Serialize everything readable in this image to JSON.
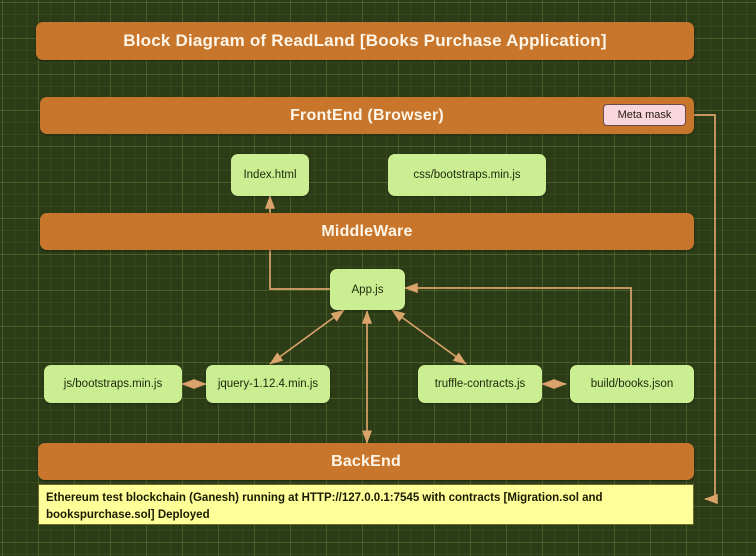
{
  "diagram": {
    "title": "Block Diagram of ReadLand [Books Purchase Application]",
    "bands": {
      "frontend": "FrontEnd (Browser)",
      "middleware": "MiddleWare",
      "backend": "BackEnd"
    },
    "badge": {
      "meta_mask": "Meta mask"
    },
    "nodes": {
      "index_html": "Index.html",
      "css_bootstraps": "css/bootstraps.min.js",
      "app_js": "App.js",
      "js_bootstraps": "js/bootstraps.min.js",
      "jquery": "jquery-1.12.4.min.js",
      "truffle_contracts": "truffle-contracts.js",
      "build_books": "build/books.json"
    },
    "status": "Ethereum test blockchain (Ganesh) running at HTTP://127.0.0.1:7545  with contracts [Migration.sol and bookspurchase.sol] Deployed"
  },
  "colors": {
    "background": "#2c3c17",
    "grid_line": "#789646",
    "band": "#c8762c",
    "node": "#ccee92",
    "badge": "#f8d6dd",
    "status": "#ffff99",
    "connector": "#d9a36b",
    "band_text": "#fdf6e8",
    "node_text": "#1d2a0a"
  }
}
